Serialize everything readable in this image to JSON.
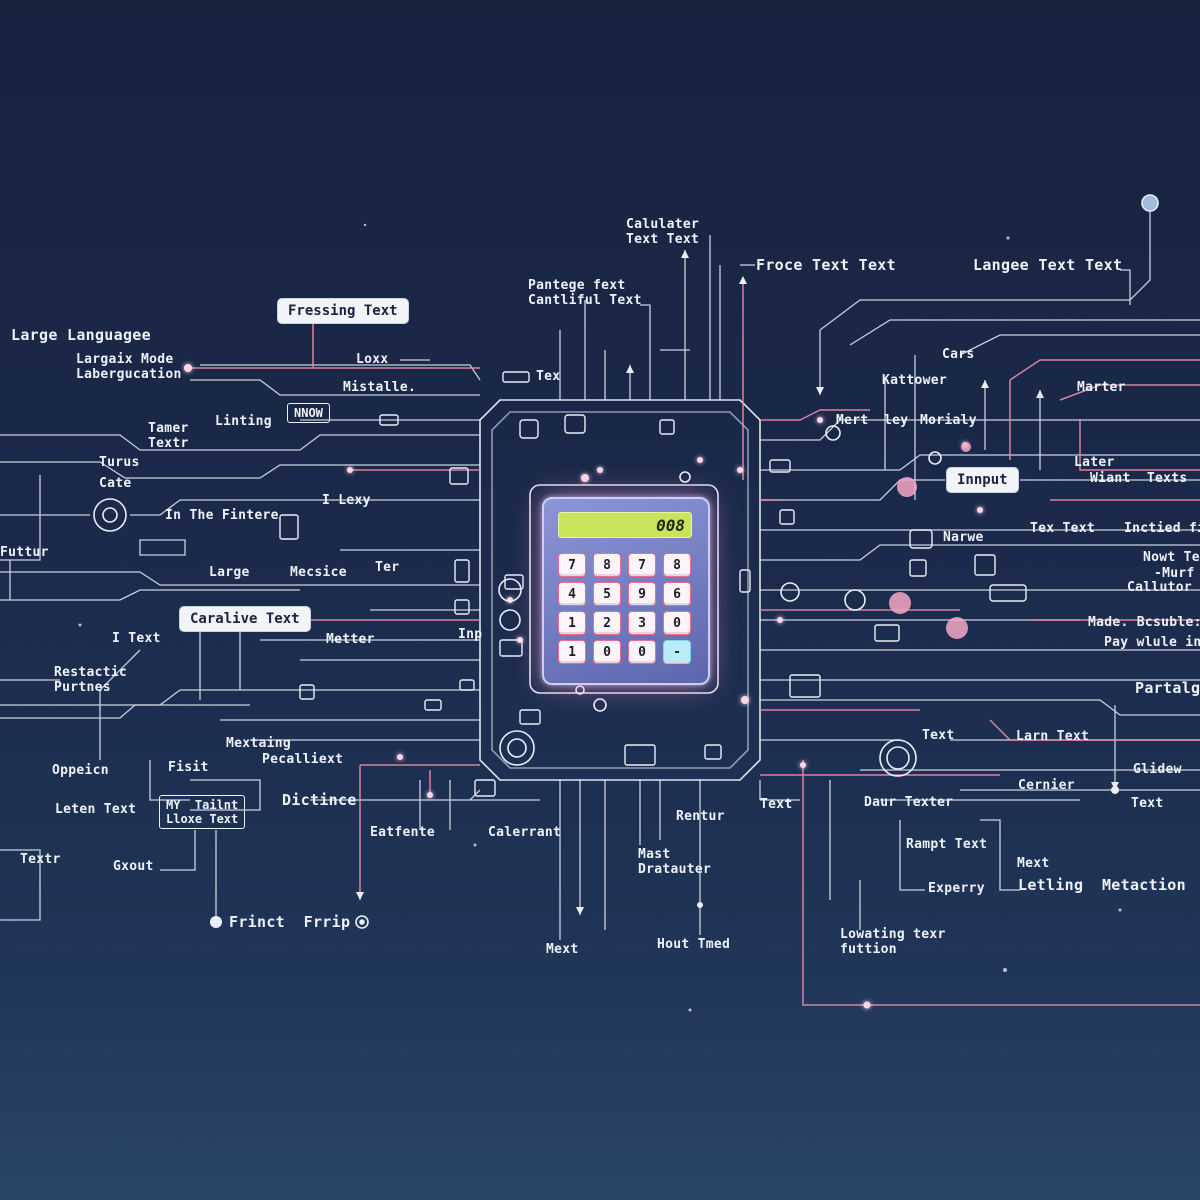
{
  "boxes": {
    "fressing": "Fressing Text",
    "carative": "Caralive Text",
    "input": "Innput"
  },
  "outline_boxes": {
    "nnow": "NNOW",
    "my_tailnt": "MY  Tailnt\nLloxe Text"
  },
  "calculator": {
    "display": "008",
    "keys": [
      "7",
      "8",
      "7",
      "8",
      "4",
      "5",
      "9",
      "6",
      "1",
      "2",
      "3",
      "0",
      "1",
      "0",
      "0",
      "-"
    ]
  },
  "labels": {
    "large_language": "Large Languagee",
    "largaix_mode": "Largaix Mode\nLabergucation",
    "tamer": "Tamer\nTextr",
    "linting": "Linting",
    "turus": "Turus",
    "cate": "Cate",
    "in_the_fintere": "In The Fintere",
    "futtur": "Futtur",
    "large": "Large",
    "mecsice": "Mecsice",
    "ter": "Ter",
    "i_text": "I Text",
    "metter": "Metter",
    "restactic": "Restactic\nPurtnes",
    "mextaing": "Mextaing",
    "pecalliext": "Pecalliext",
    "oppeicn": "Oppeicn",
    "fisit": "Fisit",
    "leten_text": "Leten Text",
    "dictince": "Dictince",
    "text_left": "Textr",
    "gxout": "Gxout",
    "frinct_frrip": "Frinct  Frrip",
    "eatfente": "Eatfente",
    "calerrant": "Calerrant",
    "mext_bottom": "Mext",
    "loxx": "Loxx",
    "mistalle": "Mistalle.",
    "tex": "Tex",
    "i_lexy": "I Lexy",
    "calulater": "Calulater\nText Text",
    "pantege": "Pantege fext\nCantliful Text",
    "froce": "Froce Text Text",
    "langee": "Langee Text Text",
    "cars": "Cars",
    "kattower": "Kattower",
    "marter": "Marter",
    "mert": "Mert",
    "ley": "ley",
    "morialy": "Morialy",
    "later": "Later",
    "wiant": "Wiant  Texts",
    "tex_text": "Tex Text",
    "inctied": "Inctied fin",
    "narwe": "Narwe",
    "nowt": "Nowt Tex",
    "murf": "-Murf",
    "callutor": "Callutor",
    "made": "Made. Bcsuble:",
    "pay": "Pay wlule in",
    "partalgy": "Partalgy",
    "text_mid": "Text",
    "larn_text": "Larn Text",
    "glidew": "Glidew",
    "cernier": "Cernier",
    "text_right": "Text",
    "text_center": "Text",
    "daur": "Daur Texter",
    "rentur": "Rentur",
    "mast": "Mast\nDratauter",
    "rampt": "Rampt Text",
    "mext_right": "Mext",
    "letling": "Letling  Metaction",
    "experry": "Experry",
    "lowating": "Lowating texr\nfuttion",
    "hout": "Hout Tmed",
    "inp": "Inp"
  },
  "colors": {
    "background": "#1b2a4b",
    "line": "#e9eef8",
    "accent_line": "#f08aa8",
    "glow": "#ffc2dc"
  }
}
